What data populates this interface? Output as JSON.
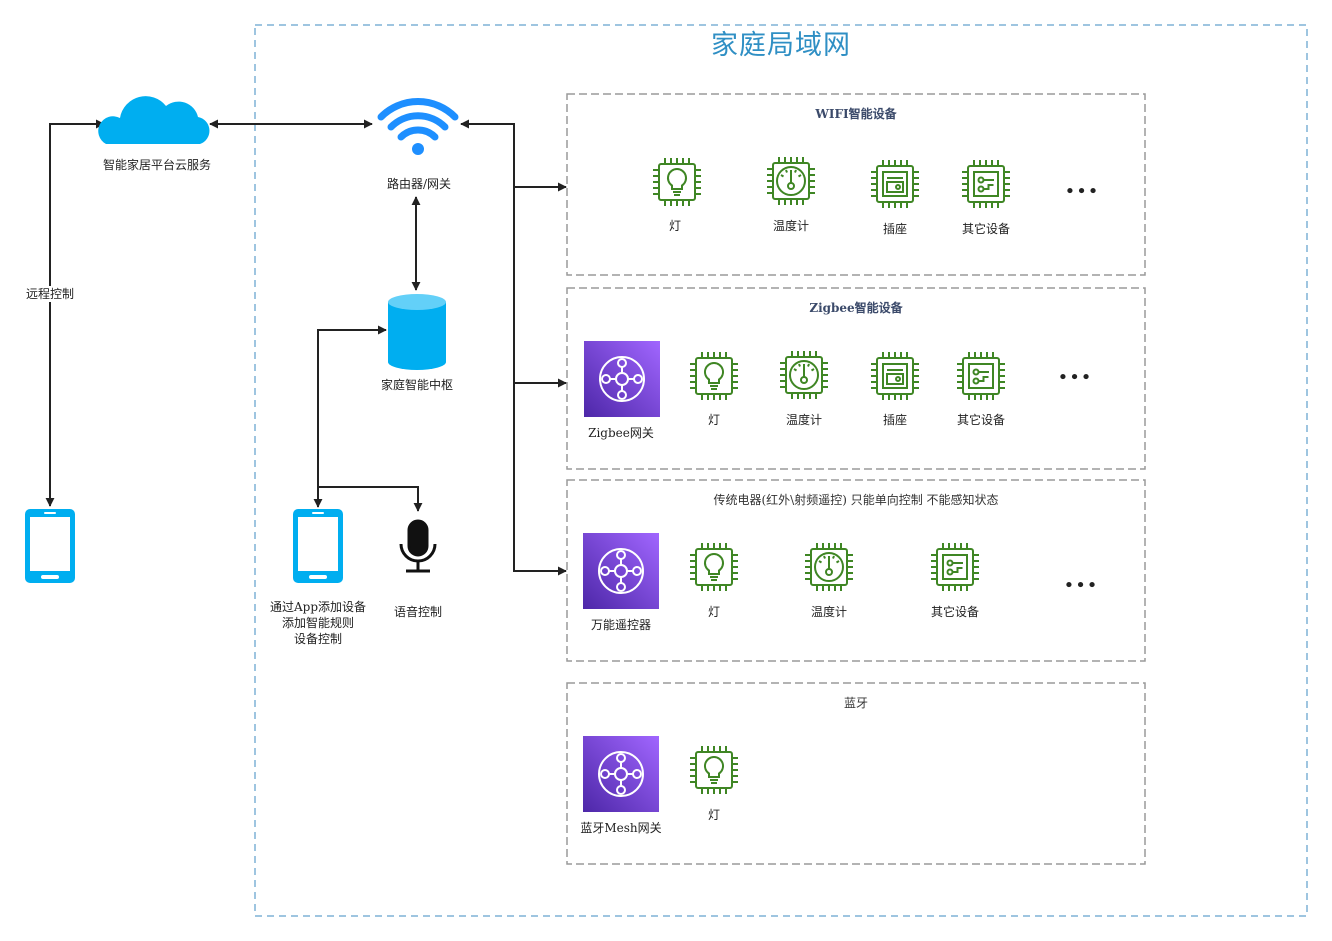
{
  "lan_title": "家庭局域网",
  "nodes": {
    "cloud_label": "智能家居平台云服务",
    "router_label": "路由器/网关",
    "hub_label": "家庭智能中枢",
    "app_label": "通过App添加设备\n添加智能规则\n设备控制",
    "voice_label": "语音控制",
    "remote_label": "远程控制"
  },
  "groups": {
    "wifi": {
      "title": "WIFI智能设备",
      "devices": [
        "灯",
        "温度计",
        "插座",
        "其它设备"
      ]
    },
    "zigbee": {
      "title": "Zigbee智能设备",
      "gateway": "Zigbee网关",
      "devices": [
        "灯",
        "温度计",
        "插座",
        "其它设备"
      ]
    },
    "ir": {
      "title": "传统电器(红外\\射频遥控) 只能单向控制 不能感知状态",
      "gateway": "万能遥控器",
      "devices": [
        "灯",
        "温度计",
        "其它设备"
      ]
    },
    "bluetooth": {
      "title": "蓝牙",
      "gateway": "蓝牙Mesh网关",
      "devices": [
        "灯"
      ]
    }
  },
  "ellipsis": "•••",
  "colors": {
    "lan_border": "#7fb2d6",
    "group_border": "#9a9a9a",
    "device_green": "#3f8624",
    "gateway_purple": "#7a3fe0",
    "device_blue": "#00aef0",
    "arrow": "#222222"
  },
  "icons": {
    "cloud": "cloud-icon",
    "router": "wifi-icon",
    "hub": "database-icon",
    "phone": "phone-icon",
    "mic": "microphone-icon",
    "gateway": "hub-icon",
    "light": "lightbulb-chip-icon",
    "thermometer": "thermometer-chip-icon",
    "socket": "socket-chip-icon",
    "other": "circuit-chip-icon"
  }
}
